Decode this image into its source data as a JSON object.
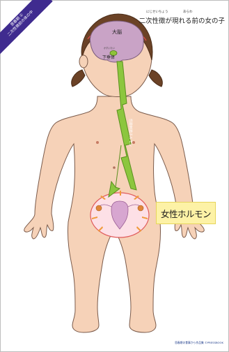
{
  "badge": {
    "top": "思春期 ①",
    "bottom": "二次性徴前の体の中"
  },
  "title": {
    "ruby_1": "にじせいちょう",
    "ruby_2": "あらわ",
    "text": "二次性徴が現れる前の女の子"
  },
  "labels": {
    "brain": "大脳",
    "hypothalamus_ruby": "かすいたい",
    "hypothalamus": "下垂体",
    "arrow": "性腺刺激ホルモン",
    "hormone": "女性ホルモン"
  },
  "footer": "思春期の食事から作品集 ©PRESSBOOK"
}
